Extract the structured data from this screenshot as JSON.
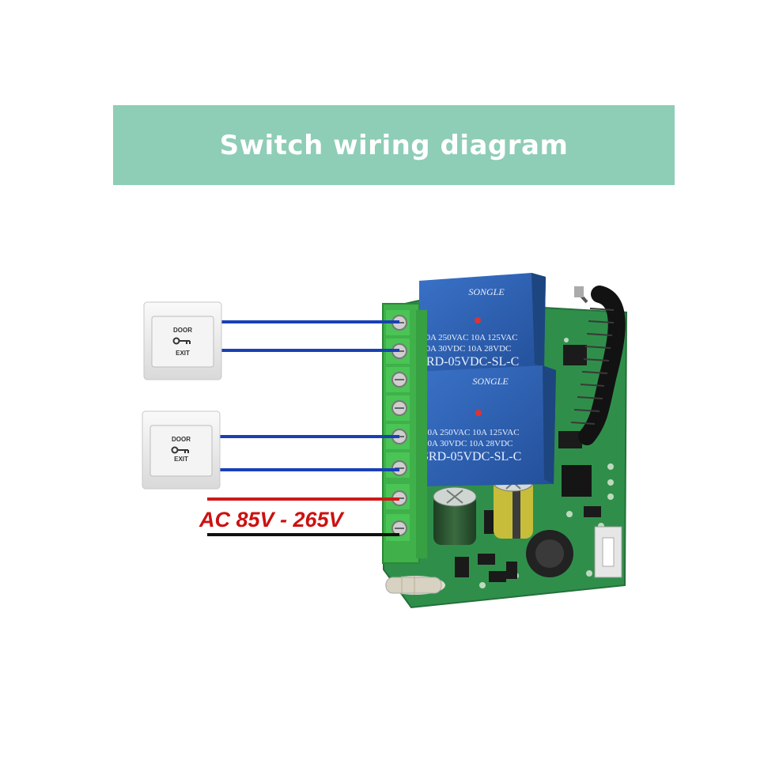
{
  "title": "Switch wiring diagram",
  "voltage_label": "AC 85V - 265V",
  "buttons": [
    {
      "top": "DOOR",
      "bottom": "EXIT"
    },
    {
      "top": "DOOR",
      "bottom": "EXIT"
    }
  ],
  "relays": [
    {
      "brand": "SONGLE",
      "line1": "10A 250VAC  10A 125VAC",
      "line2": "10A 30VDC  10A 28VDC",
      "model": "SRD-05VDC-SL-C"
    },
    {
      "brand": "SONGLE",
      "line1": "10A 250VAC  10A 125VAC",
      "line2": "10A 30VDC  10A 28VDC",
      "model": "SRD-05VDC-SL-C"
    }
  ],
  "colors": {
    "banner": "#8ecdb6",
    "switch_wire": "#1a3fb5",
    "live_wire": "#d01818",
    "neutral_wire": "#111111",
    "voltage_text": "#cc1111",
    "relay": "#2c5fb0",
    "pcb": "#2f8f4a",
    "terminal_block": "#3fb04a"
  }
}
